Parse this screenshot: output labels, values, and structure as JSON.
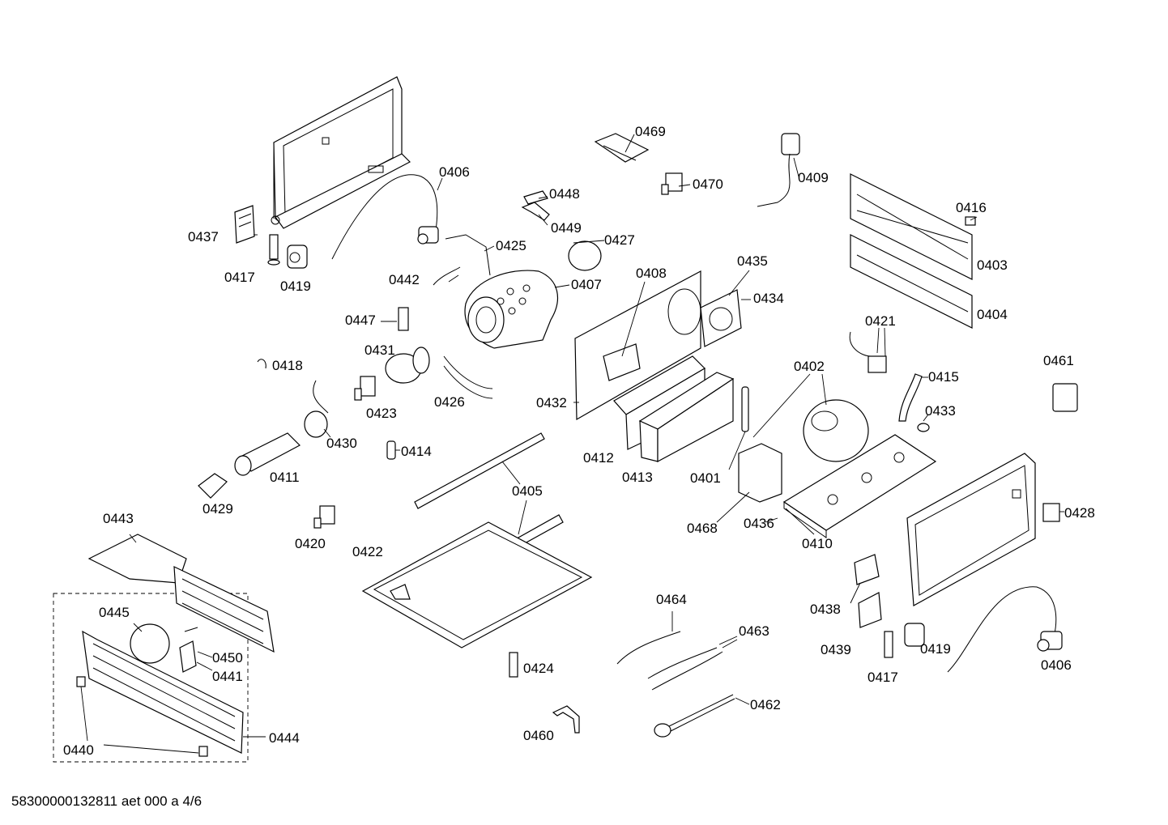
{
  "labels": {
    "p0469": "0469",
    "p0470": "0470",
    "p0409": "0409",
    "p0406a": "0406",
    "p0448": "0448",
    "p0449": "0449",
    "p0437": "0437",
    "p0425": "0425",
    "p0427": "0427",
    "p0417a": "0417",
    "p0419a": "0419",
    "p0442": "0442",
    "p0407": "0407",
    "p0408": "0408",
    "p0435": "0435",
    "p0434": "0434",
    "p0416": "0416",
    "p0403": "0403",
    "p0404": "0404",
    "p0447": "0447",
    "p0431": "0431",
    "p0421": "0421",
    "p0418": "0418",
    "p0402": "0402",
    "p0415": "0415",
    "p0461": "0461",
    "p0423": "0423",
    "p0426": "0426",
    "p0432": "0432",
    "p0433": "0433",
    "p0430": "0430",
    "p0414": "0414",
    "p0412": "0412",
    "p0413": "0413",
    "p0401": "0401",
    "p0411": "0411",
    "p0405": "0405",
    "p0429": "0429",
    "p0428": "0428",
    "p0443": "0443",
    "p0468": "0468",
    "p0436": "0436",
    "p0420": "0420",
    "p0410": "0410",
    "p0422": "0422",
    "p0438": "0438",
    "p0464": "0464",
    "p0445": "0445",
    "p0463": "0463",
    "p0419b": "0419",
    "p0450": "0450",
    "p0439": "0439",
    "p0441": "0441",
    "p0424": "0424",
    "p0417b": "0417",
    "p0406b": "0406",
    "p0462": "0462",
    "p0444": "0444",
    "p0460": "0460",
    "p0440": "0440"
  },
  "footer": "58300000132811 aet 000 a 4/6"
}
